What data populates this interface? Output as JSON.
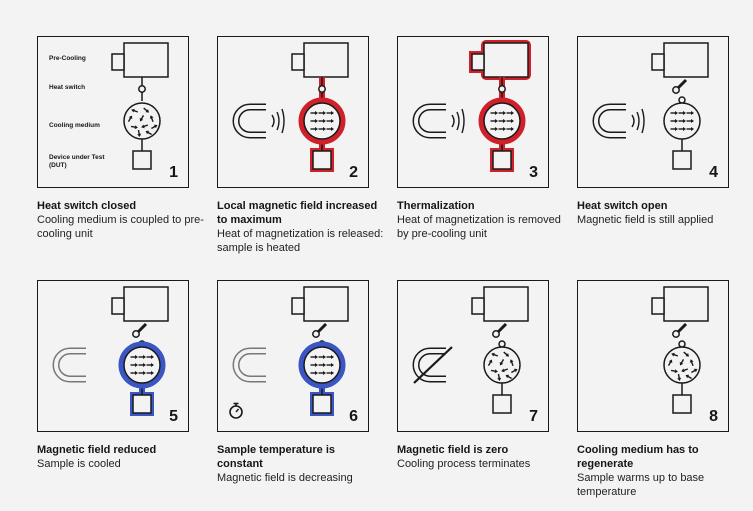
{
  "labels": {
    "pre_cooling": "Pre-Cooling",
    "heat_switch": "Heat switch",
    "cooling_medium": "Cooling medium",
    "dut_line1": "Device under Test",
    "dut_line2": "(DUT)"
  },
  "colors": {
    "red": "#d0212b",
    "blue": "#3a55c4",
    "ink": "#1a1a1a"
  },
  "steps": [
    {
      "number": "1",
      "title": "Heat switch closed",
      "description": "Cooling medium is coupled to pre-cooling unit"
    },
    {
      "number": "2",
      "title": "Local magnetic field increased to maximum",
      "description": "Heat of magnetization is released: sample is heated"
    },
    {
      "number": "3",
      "title": "Thermalization",
      "description": "Heat of magnetization is removed by pre-cooling unit"
    },
    {
      "number": "4",
      "title": "Heat switch open",
      "description": "Magnetic field is still applied"
    },
    {
      "number": "5",
      "title": "Magnetic field reduced",
      "description": "Sample is cooled"
    },
    {
      "number": "6",
      "title": "Sample temperature is constant",
      "description": "Magnetic field is decreasing"
    },
    {
      "number": "7",
      "title": "Magnetic field is zero",
      "description": "Cooling process terminates"
    },
    {
      "number": "8",
      "title": "Cooling medium has to regenerate",
      "description": "Sample warms up to base temperature"
    }
  ]
}
